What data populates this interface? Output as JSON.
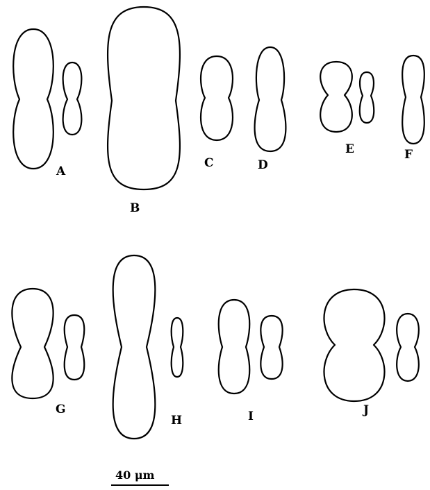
{
  "figure": {
    "labels": {
      "A": "A",
      "B": "B",
      "C": "C",
      "D": "D",
      "E": "E",
      "F": "F",
      "G": "G",
      "H": "H",
      "I": "I",
      "J": "J"
    },
    "scale_bar_text": "40 μm"
  }
}
